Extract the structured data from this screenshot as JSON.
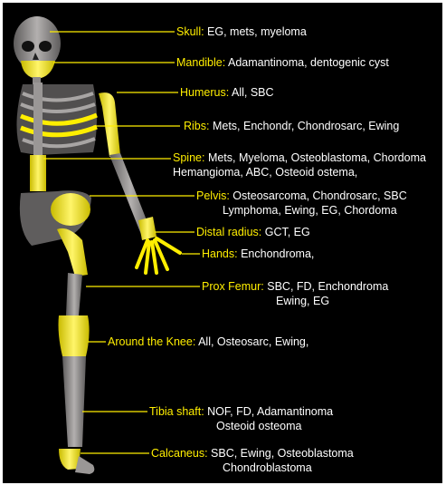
{
  "colors": {
    "background": "#000000",
    "bone": "#8e8b8a",
    "highlight": "#ffee00",
    "label_key": "#ffee00",
    "label_text": "#ffffff"
  },
  "labels": [
    {
      "site": "Skull",
      "tumors": [
        "EG, mets, myeloma"
      ]
    },
    {
      "site": "Mandible",
      "tumors": [
        "Adamantinoma, dentogenic cyst"
      ]
    },
    {
      "site": "Humerus",
      "tumors": [
        "All, SBC"
      ]
    },
    {
      "site": "Ribs",
      "tumors": [
        "Mets, Enchondr, Chondrosarc, Ewing"
      ]
    },
    {
      "site": "Spine",
      "tumors": [
        "Mets, Myeloma, Osteoblastoma, Chordoma",
        "Hemangioma, ABC, Osteoid ostema,"
      ]
    },
    {
      "site": "Pelvis",
      "tumors": [
        "Osteosarcoma, Chondrosarc, SBC",
        "Lymphoma, Ewing, EG, Chordoma"
      ]
    },
    {
      "site": "Distal radius",
      "tumors": [
        "GCT, EG"
      ]
    },
    {
      "site": "Hands",
      "tumors": [
        "Enchondroma,"
      ]
    },
    {
      "site": "Prox Femur",
      "tumors": [
        "SBC, FD, Enchondroma",
        "Ewing, EG"
      ]
    },
    {
      "site": "Around the Knee",
      "tumors": [
        "All, Osteosarc, Ewing,"
      ]
    },
    {
      "site": "Tibia shaft",
      "tumors": [
        "NOF, FD, Adamantinoma",
        "Osteoid osteoma"
      ]
    },
    {
      "site": "Calcaneus",
      "tumors": [
        "SBC, Ewing, Osteoblastoma",
        "Chondroblastoma"
      ]
    }
  ]
}
